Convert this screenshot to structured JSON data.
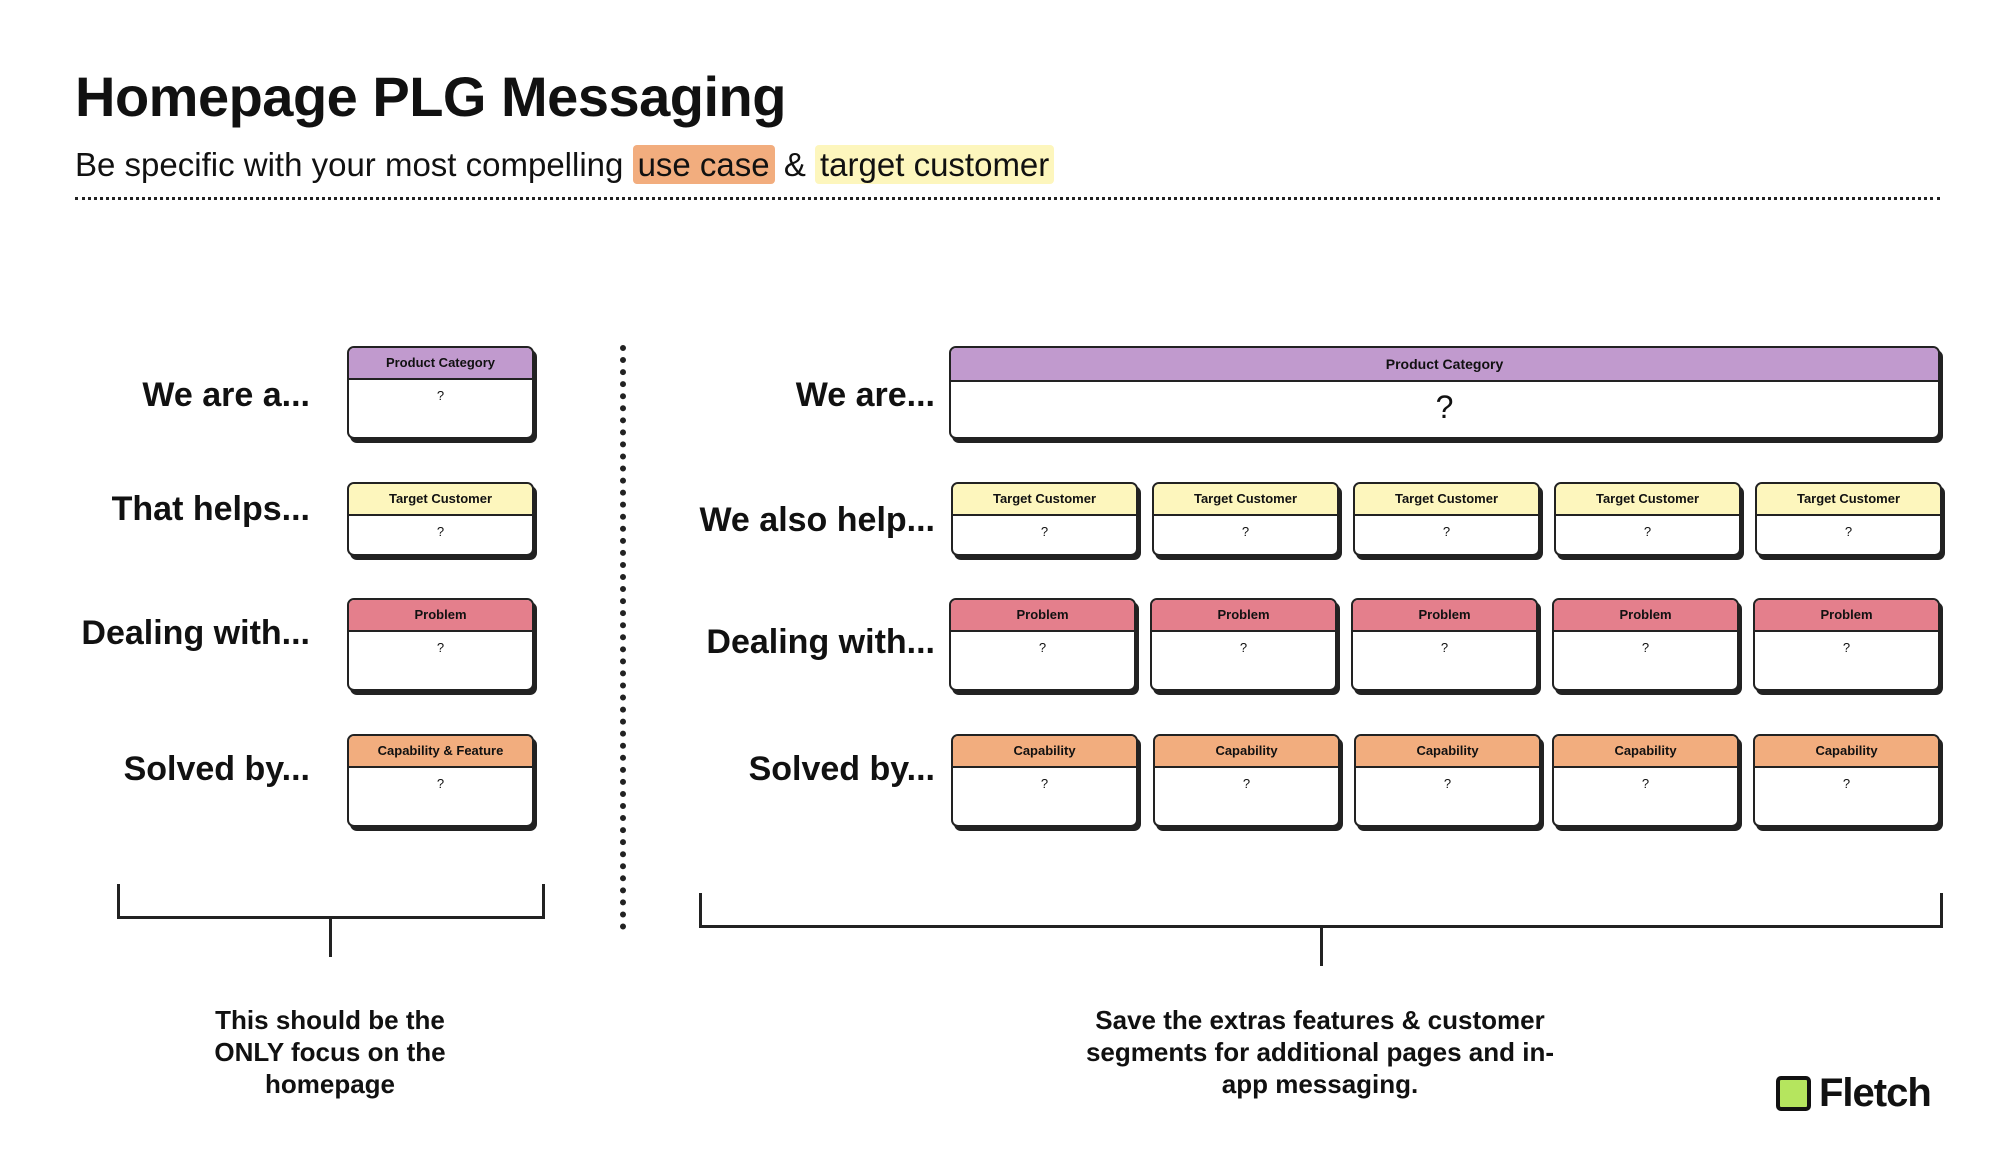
{
  "header": {
    "title": "Homepage PLG Messaging",
    "subtitle_before": "Be specific with your most compelling",
    "highlight_use_case": "use case",
    "ampersand": "&",
    "highlight_target": "target customer"
  },
  "left": {
    "rows": [
      {
        "label": "We are a...",
        "header": "Product Category",
        "value": "?"
      },
      {
        "label": "That helps...",
        "header": "Target Customer",
        "value": "?"
      },
      {
        "label": "Dealing with...",
        "header": "Problem",
        "value": "?"
      },
      {
        "label": "Solved by...",
        "header": "Capability & Feature",
        "value": "?"
      }
    ],
    "note": "This should be the ONLY focus on the homepage"
  },
  "right": {
    "product": {
      "label": "We are...",
      "header": "Product Category",
      "value": "?"
    },
    "customers": {
      "label": "We also help...",
      "cards": [
        {
          "header": "Target Customer",
          "value": "?"
        },
        {
          "header": "Target Customer",
          "value": "?"
        },
        {
          "header": "Target Customer",
          "value": "?"
        },
        {
          "header": "Target Customer",
          "value": "?"
        },
        {
          "header": "Target Customer",
          "value": "?"
        }
      ]
    },
    "problems": {
      "label": "Dealing with...",
      "cards": [
        {
          "header": "Problem",
          "value": "?"
        },
        {
          "header": "Problem",
          "value": "?"
        },
        {
          "header": "Problem",
          "value": "?"
        },
        {
          "header": "Problem",
          "value": "?"
        },
        {
          "header": "Problem",
          "value": "?"
        }
      ]
    },
    "capabilities": {
      "label": "Solved by...",
      "cards": [
        {
          "header": "Capability",
          "value": "?"
        },
        {
          "header": "Capability",
          "value": "?"
        },
        {
          "header": "Capability",
          "value": "?"
        },
        {
          "header": "Capability",
          "value": "?"
        },
        {
          "header": "Capability",
          "value": "?"
        }
      ]
    },
    "note": "Save the extras features & customer segments for additional pages and in-app messaging."
  },
  "brand": {
    "name": "Fletch",
    "logo_icon": "square-logo-icon",
    "accent": "#b5e55e"
  },
  "colors": {
    "product": "#c19ace",
    "customer": "#fdf6bd",
    "problem": "#e47f8c",
    "capability": "#f2ad7e"
  }
}
